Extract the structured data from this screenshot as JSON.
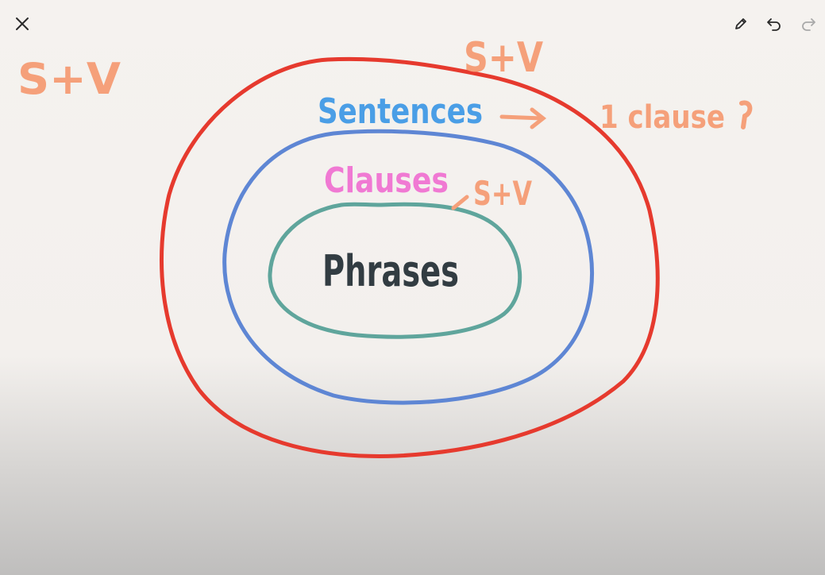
{
  "toolbar": {
    "close_icon": "close-icon",
    "pencil_icon": "pencil-icon",
    "undo_icon": "undo-icon",
    "redo_icon": "redo-icon"
  },
  "annotations": {
    "top_left": "S+V",
    "top_center": "S+V",
    "one_clause": "1 clause",
    "clauses_sv": "S+V"
  },
  "diagram": {
    "outer_label": "Sentences",
    "middle_label": "Clauses",
    "inner_label": "Phrases"
  },
  "colors": {
    "outer": "#e63a2e",
    "middle": "#5e86d4",
    "inner": "#5fa59c",
    "sentences_text": "#4a9ee6",
    "clauses_text": "#f079d3",
    "phrases_text": "#323c42",
    "annotation": "#f5a07a"
  }
}
